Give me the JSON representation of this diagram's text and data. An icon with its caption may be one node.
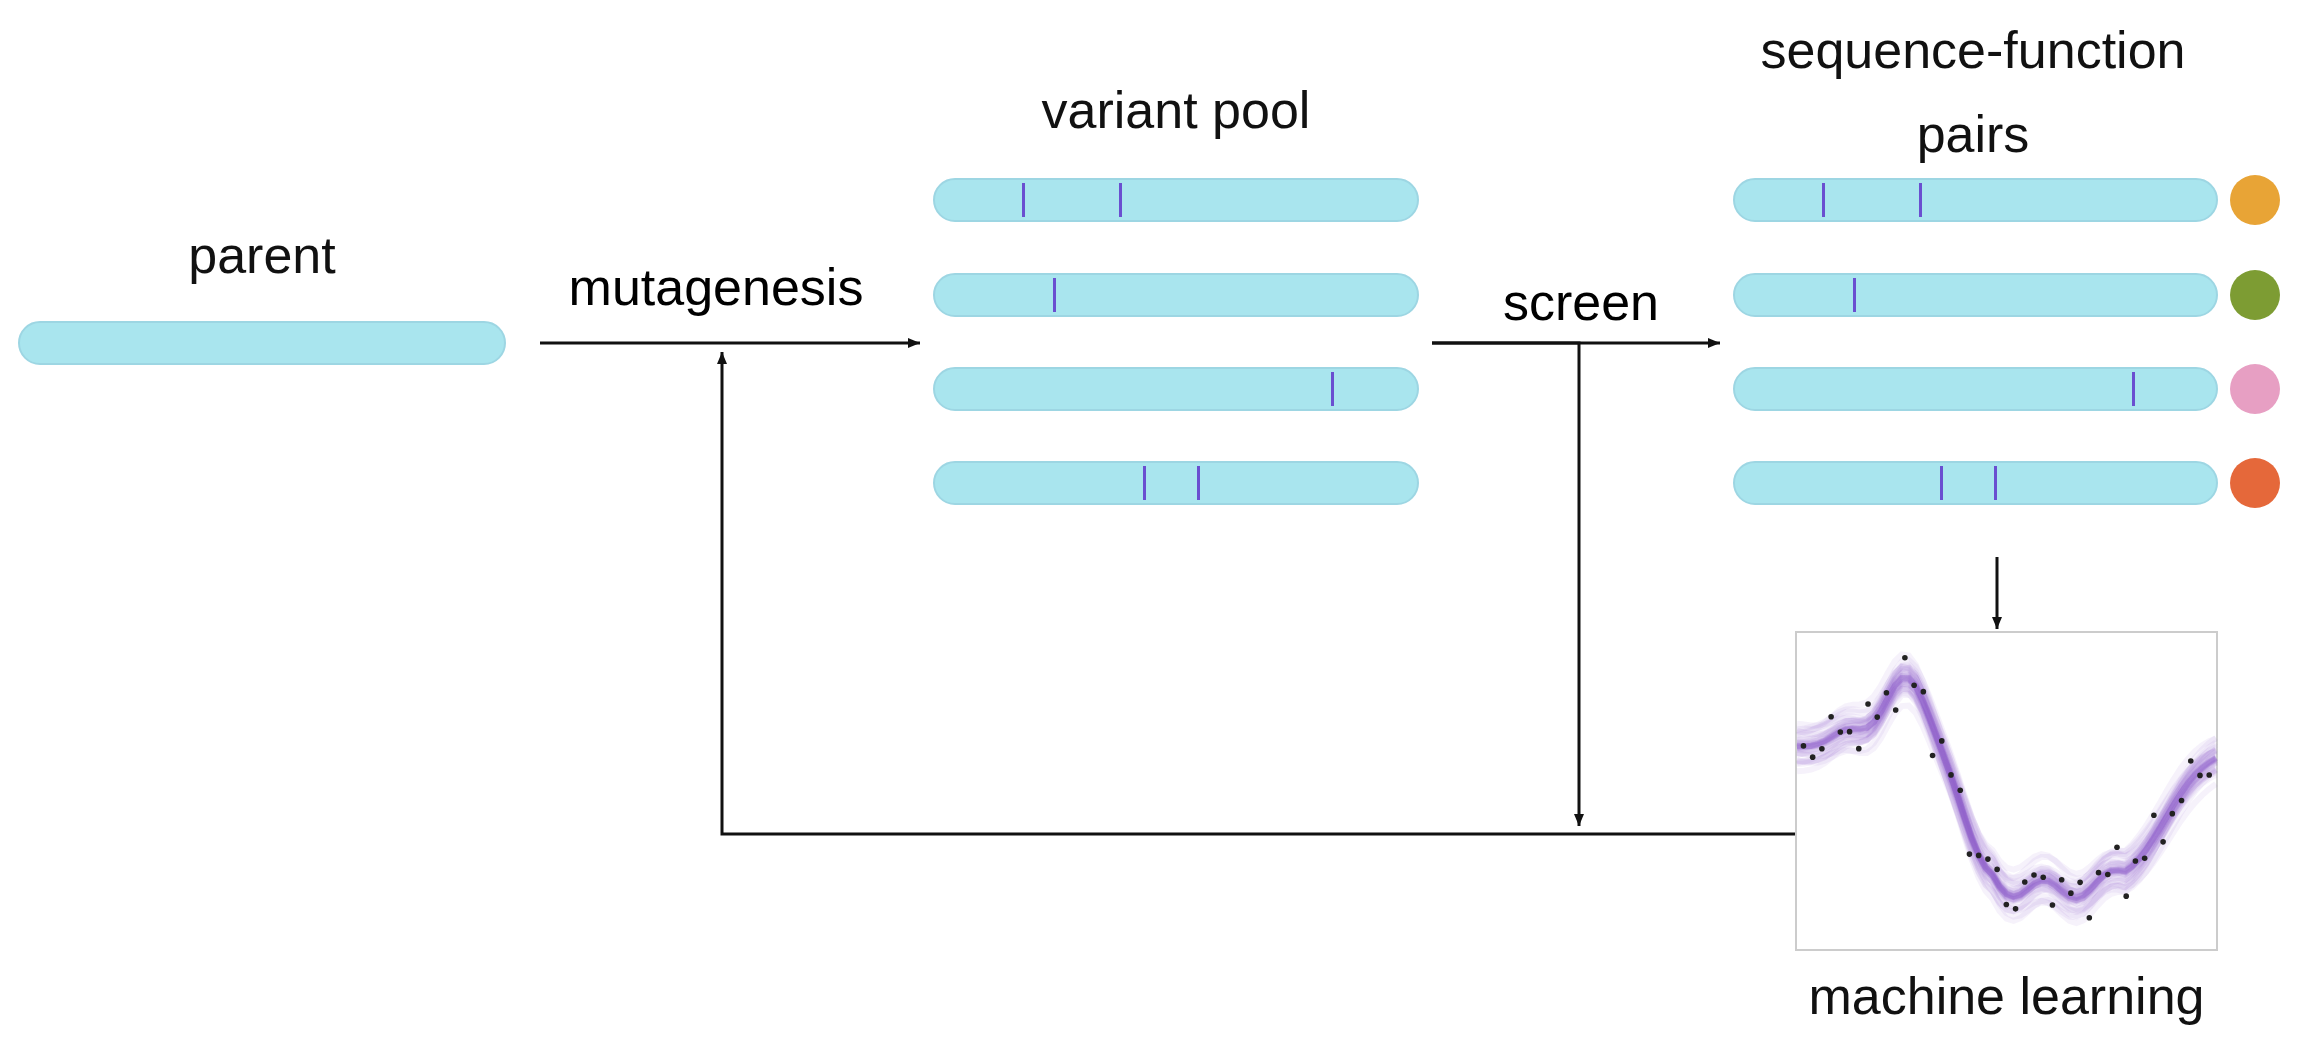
{
  "diagram": {
    "nodes": [
      {
        "text": [
          "parent"
        ]
      },
      {
        "text": [
          "variant pool"
        ]
      },
      {
        "text": [],
        "shape": "bar",
        "in": 1
      },
      {
        "text": [],
        "shape": "bar",
        "in": 1
      },
      {
        "text": [],
        "shape": "bar",
        "in": 1
      },
      {
        "text": [],
        "shape": "bar",
        "in": 1
      },
      {
        "text": [
          "sequence-function pairs"
        ]
      },
      {
        "text": [],
        "shape": "bar",
        "in": 6
      },
      {
        "text": [],
        "shape": "bar",
        "in": 6
      },
      {
        "text": [],
        "shape": "bar",
        "in": 6
      },
      {
        "text": [],
        "shape": "bar",
        "in": 6
      },
      {
        "text": [
          "machine learning"
        ]
      }
    ],
    "edges": [
      {
        "from": 0,
        "to": 1,
        "arrow": "to",
        "label": "mutagenesis"
      },
      {
        "from": 1,
        "to": 6,
        "arrow": "to",
        "label": "screen"
      },
      {
        "from": 1,
        "to": null,
        "arrow": "to"
      },
      {
        "from": 6,
        "to": 11,
        "arrow": "to"
      },
      {
        "from": 11,
        "to": null,
        "arrow": "to"
      }
    ]
  }
}
